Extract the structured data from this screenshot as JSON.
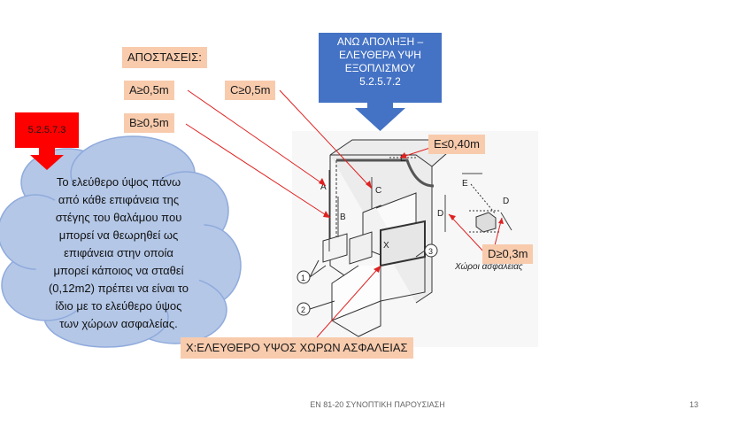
{
  "labels": {
    "distances_heading": "ΑΠΟΣΤΑΣΕΙΣ:",
    "a_dist": "A≥0,5m",
    "c_dist": "C≥0,5m",
    "b_dist": "B≥0,5m",
    "e_dist": "E≤0,40m",
    "d_dist": "D≥0,3m",
    "x_space": "X:ΕΛΕΥΘΕΡΟ ΥΨΟΣ ΧΩΡΩΝ ΑΣΦΑΛΕΙΑΣ"
  },
  "blue_callout": {
    "lines": [
      "ΑΝΩ ΑΠΟΛΗΞΗ –",
      "ΕΛΕΥΘΕΡΑ ΥΨΗ",
      "ΕΞΟΠΛΙΣΜΟΥ",
      "5.2.5.7.2"
    ]
  },
  "red_callout": {
    "code": "5.2.5.7.3"
  },
  "cloud": {
    "lines": [
      "Το ελεύθερο ύψος πάνω",
      "από κάθε επιφάνεια της",
      "στέγης του θαλάμου που",
      "μπορεί να θεωρηθεί ως",
      "επιφάνεια στην οποία",
      "μπορεί κάποιος να σταθεί",
      "(0,12m2) πρέπει να είναι το",
      "ίδιο με το ελεύθερο ύψος",
      "των χώρων ασφαλείας."
    ]
  },
  "diagram": {
    "letters": {
      "a": "A",
      "b": "B",
      "c": "C",
      "d": "D",
      "e": "E",
      "x": "X"
    },
    "numbers": {
      "n1": "1",
      "n2": "2",
      "n3": "3"
    },
    "safety_caption": "Χώροι ασφαλείας"
  },
  "footer": {
    "title": "ΕΝ 81-20 ΣΥΝΟΠΤΙΚΗ ΠΑΡΟΥΣΙΑΣΗ",
    "page_number": "13"
  },
  "colors": {
    "label_fill": "#f8cbad",
    "blue_callout": "#4472c4",
    "red_callout": "#ff0000",
    "cloud_fill": "#b4c7e7",
    "cloud_stroke": "#8faadc",
    "leader_line": "#e02020"
  }
}
